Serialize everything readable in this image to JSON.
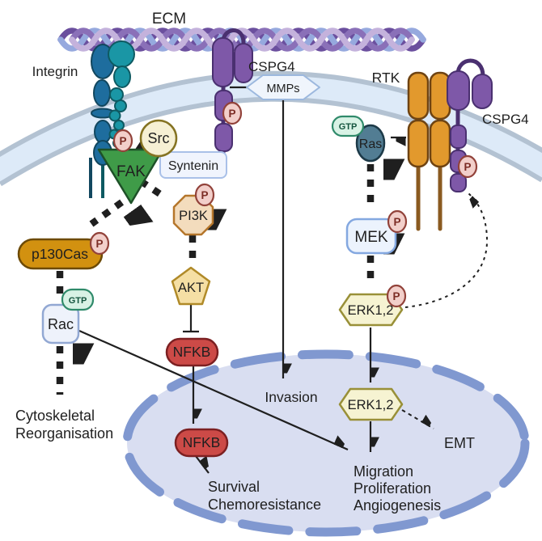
{
  "palette": {
    "bg": "#ffffff",
    "ink": "#1f1f1f",
    "nucleus_fill": "#d9def1",
    "nucleus_stroke": "#8098d0",
    "membrane_edge": "#b3c2d2",
    "membrane_fill": "#ddeaf8",
    "ecm_dark": "#6b4f9e",
    "ecm_mid": "#8a70b8",
    "ecm_light": "#c4b2dc",
    "ecm_blue": "#96a9de",
    "integrin_blue": "#1e6d9e",
    "integrin_blue_dark": "#12475f",
    "integrin_teal": "#1a96a5",
    "integrin_teal_dark": "#0e5a62",
    "cspg4_fill": "#7e58a8",
    "cspg4_stroke": "#4a3070",
    "rtk_fill": "#e2992d",
    "rtk_stroke": "#6e4312",
    "rtk_tail": "#8a5a20",
    "fak_fill": "#3f9b48",
    "fak_stroke": "#1e5128",
    "src_fill": "#f6f0d4",
    "src_stroke": "#857322",
    "syntenin_fill": "#f0f4fd",
    "syntenin_stroke": "#a9c0e8",
    "pi3k_fill": "#f3dcbd",
    "pi3k_stroke": "#b5762b",
    "akt_fill": "#f5dfa4",
    "akt_stroke": "#b08a28",
    "nfkb_fill": "#cc4a47",
    "nfkb_stroke": "#7c2022",
    "p130cas_fill": "#d29110",
    "p130cas_stroke": "#6d4a05",
    "rac_fill": "#eef2fb",
    "rac_stroke": "#92a8d3",
    "mek_fill": "#ecf3fd",
    "mek_stroke": "#84a8e0",
    "ras_fill": "#527d93",
    "ras_stroke": "#1d3a48",
    "erk_fill": "#f6f3d2",
    "erk_stroke": "#999038",
    "mmps_fill": "#f0f5fc",
    "mmps_stroke": "#9cb8de",
    "p_fill": "#f2cfca",
    "p_stroke": "#92423a",
    "p_text": "#7c2d25",
    "gtp_fill": "#d8f2e5",
    "gtp_stroke": "#2f8a6a",
    "gtp_text": "#14543e"
  },
  "labels": {
    "ecm": "ECM",
    "integrin": "Integrin",
    "cspg4_left": "CSPG4",
    "mmps": "MMPs",
    "rtk": "RTK",
    "cspg4_right": "CSPG4"
  },
  "nodes": {
    "fak": "FAK",
    "src": "Src",
    "syntenin": "Syntenin",
    "pi3k": "PI3K",
    "akt": "AKT",
    "nfkb_cytoplasm": "NFKB",
    "nfkb_nucleus": "NFKB",
    "p130cas": "p130Cas",
    "rac": "Rac",
    "ras": "Ras",
    "mek": "MEK",
    "erk_cytoplasm": "ERK1,2",
    "erk_nucleus": "ERK1,2"
  },
  "badges": {
    "phospho": "P",
    "gtp": "GTP"
  },
  "outcomes": {
    "cytoskeletal_1": "Cytoskeletal",
    "cytoskeletal_2": "Reorganisation",
    "invasion": "Invasion",
    "emt": "EMT",
    "migration": "Migration",
    "proliferation": "Proliferation",
    "angiogenesis": "Angiogenesis",
    "survival": "Survival",
    "chemoresistance": "Chemoresistance"
  },
  "edges": [
    {
      "from": "CSPG4",
      "to": "MMPs",
      "style": "line"
    },
    {
      "from": "MMPs",
      "to": "Invasion",
      "style": "solid-arrow"
    },
    {
      "from": "FAK",
      "to": "p130Cas",
      "style": "bold-dashed-arrow"
    },
    {
      "from": "FAK",
      "to": "PI3K",
      "style": "bold-dashed-arrow"
    },
    {
      "from": "PI3K",
      "to": "AKT",
      "style": "bold-dashed-arrow"
    },
    {
      "from": "AKT",
      "to": "NFKB",
      "style": "inhibition"
    },
    {
      "from": "NFKB",
      "to": "NFKB (nucleus)",
      "style": "solid-arrow"
    },
    {
      "from": "NFKB (nucleus)",
      "to": "Survival Chemoresistance",
      "style": "solid-arrow"
    },
    {
      "from": "p130Cas",
      "to": "Rac",
      "style": "bold-dashed-arrow"
    },
    {
      "from": "Rac",
      "to": "Cytoskeletal Reorganisation",
      "style": "bold-dashed-arrow"
    },
    {
      "from": "Rac",
      "to": "Migration Proliferation Angiogenesis",
      "style": "solid-arrow"
    },
    {
      "from": "RTK",
      "to": "Ras",
      "style": "solid-arrow"
    },
    {
      "from": "Ras",
      "to": "MEK",
      "style": "bold-dashed-arrow"
    },
    {
      "from": "MEK",
      "to": "ERK1,2",
      "style": "bold-dashed-arrow"
    },
    {
      "from": "ERK1,2",
      "to": "ERK1,2 (nucleus)",
      "style": "solid-arrow"
    },
    {
      "from": "ERK1,2",
      "to": "CSPG4",
      "style": "dotted-feedback-arrow"
    },
    {
      "from": "ERK1,2 (nucleus)",
      "to": "EMT",
      "style": "dashed-arrow"
    },
    {
      "from": "ERK1,2 (nucleus)",
      "to": "Migration Proliferation Angiogenesis",
      "style": "solid-arrow"
    }
  ]
}
